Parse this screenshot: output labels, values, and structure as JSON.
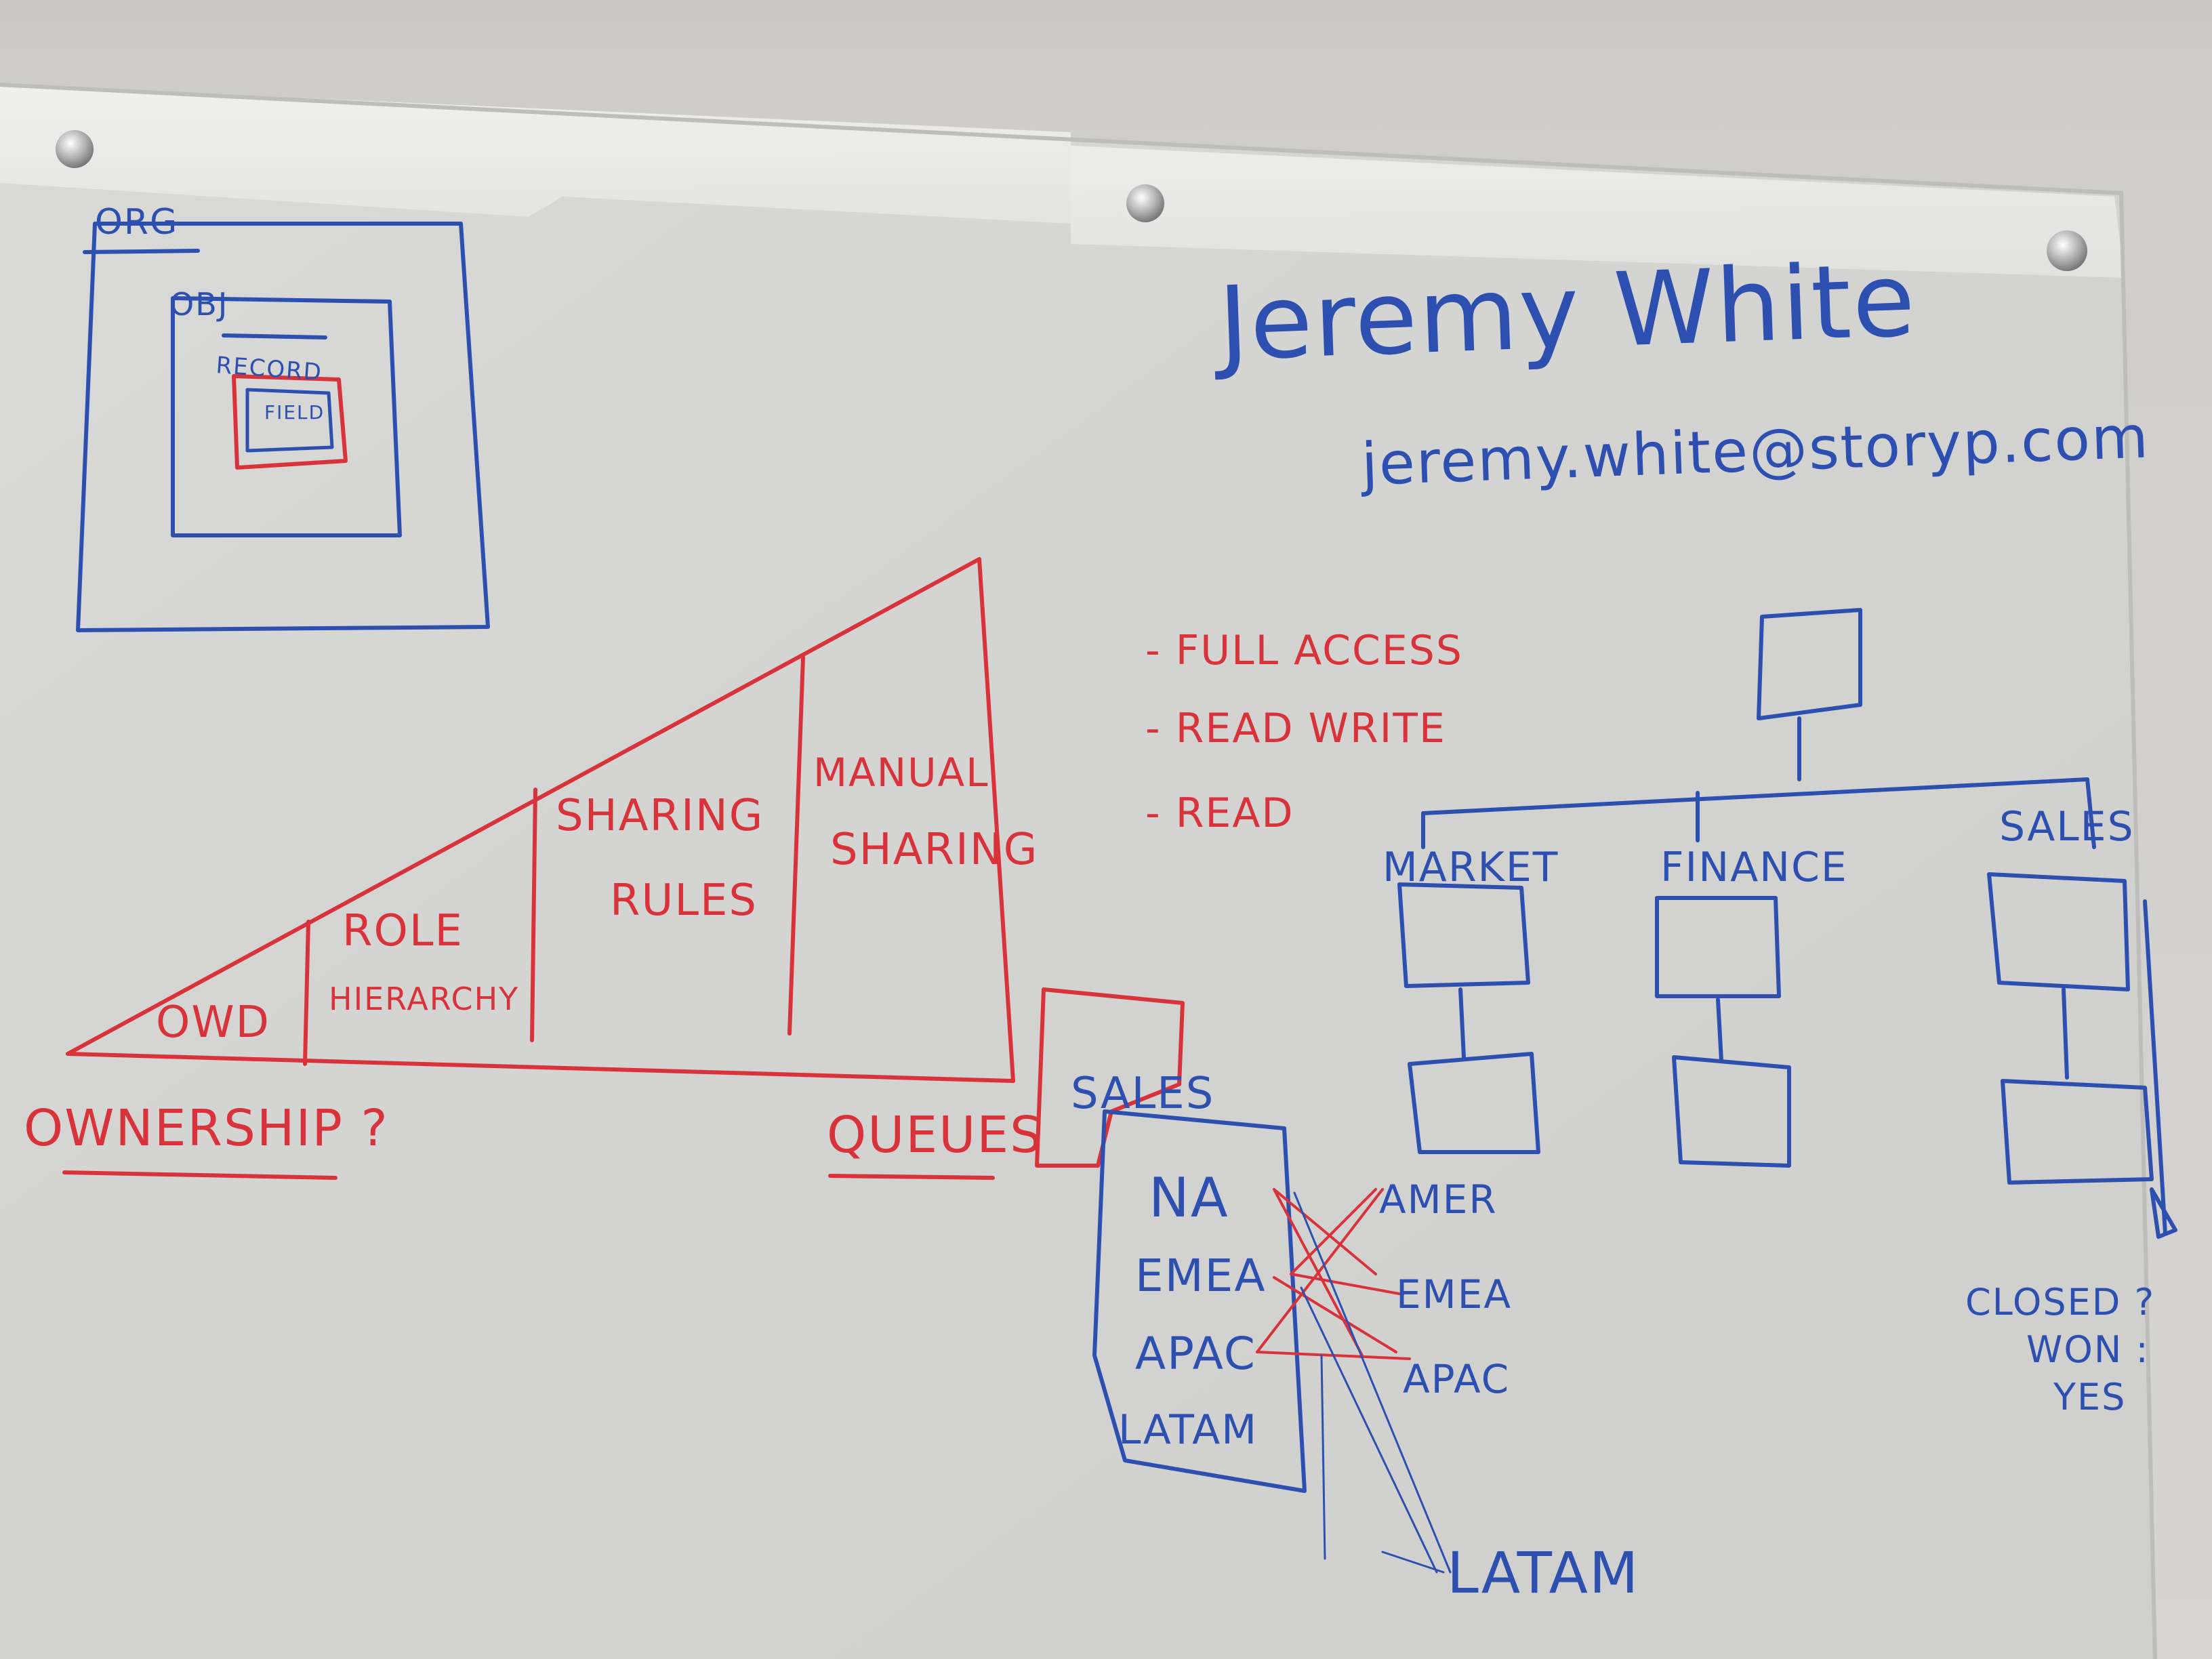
{
  "colors": {
    "wall": "#c8c6c4",
    "board": "#dcdcda",
    "blue_marker": "#2c4fb0",
    "red_marker": "#d8333a"
  },
  "nested_boxes": {
    "org": "ORG",
    "obj": "OBJ",
    "record": "RECORD",
    "field": "FIELD"
  },
  "header": {
    "name": "Jeremy White",
    "email": "jeremy.white@storyp.com"
  },
  "sharing_triangle": {
    "steps": [
      "OWD",
      "ROLE",
      "HIERARCHY",
      "SHARING",
      "RULES",
      "MANUAL",
      "SHARING"
    ],
    "ownership": "OWNERSHIP ?",
    "queues": "QUEUES"
  },
  "access_levels": [
    "- FULL ACCESS",
    "- READ WRITE",
    "- READ"
  ],
  "sales_regions": {
    "box_label": "SALES",
    "left": [
      "NA",
      "EMEA",
      "APAC",
      "LATAM"
    ],
    "right": [
      "AMER",
      "EMEA",
      "APAC"
    ],
    "bottom": "LATAM"
  },
  "org_chart": {
    "departments": [
      "MARKET",
      "FINANCE",
      "SALES"
    ],
    "note": [
      "CLOSED ?",
      "WON :",
      "YES"
    ]
  },
  "icons": [
    "magnet-icon"
  ]
}
